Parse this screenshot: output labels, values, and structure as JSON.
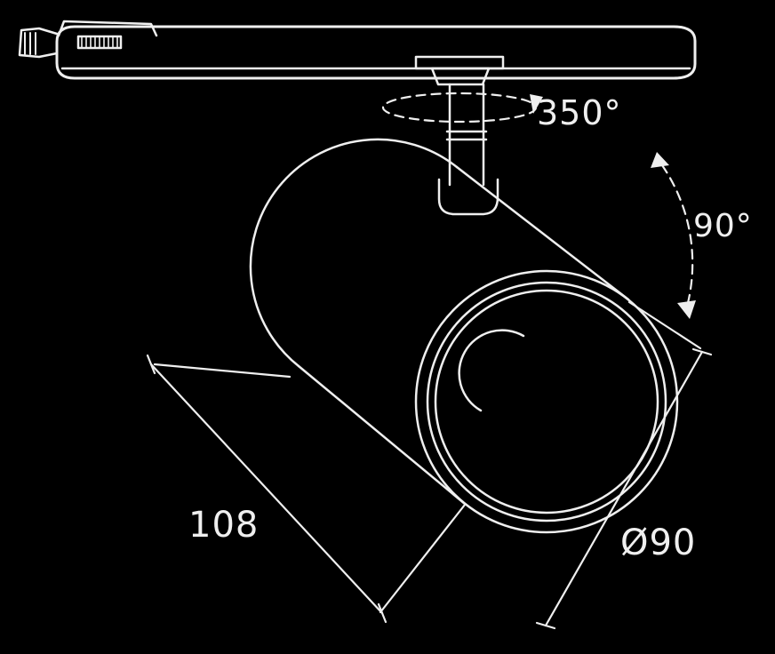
{
  "diagram": {
    "subject": "Track-mounted spotlight technical dimension drawing",
    "colors": {
      "background": "#000000",
      "line": "#efefef"
    },
    "labels": {
      "pan_rotation": "350°",
      "tilt_rotation": "90°",
      "body_length": "108",
      "face_diameter": "Ø90"
    }
  }
}
